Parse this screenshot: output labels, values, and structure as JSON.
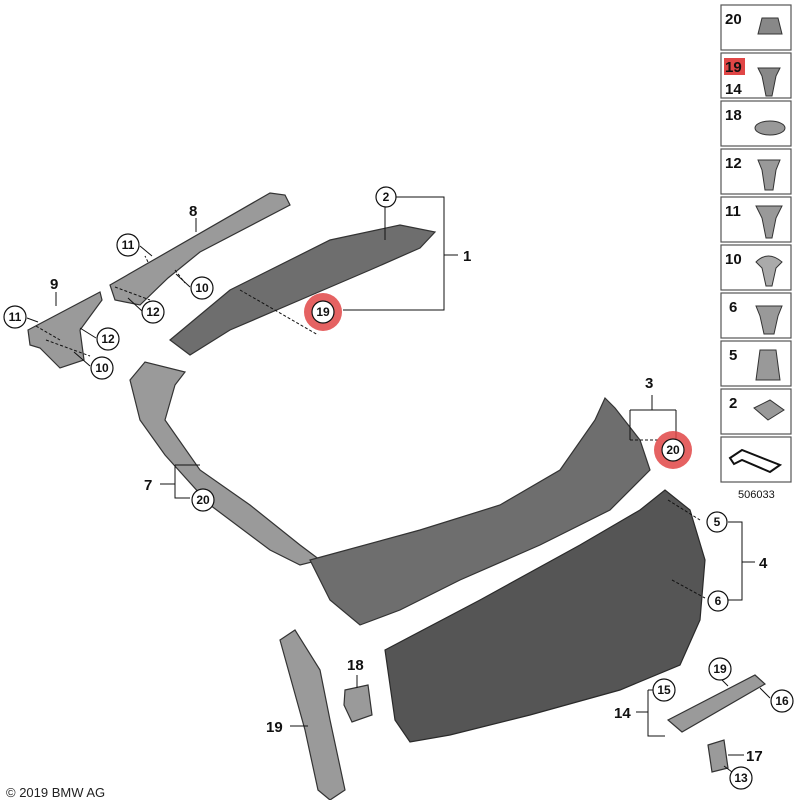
{
  "copyright": "© 2019 BMW AG",
  "diagram_id": "506033",
  "callouts": [
    {
      "id": "c1",
      "text": "1"
    },
    {
      "id": "c2",
      "text": "2"
    },
    {
      "id": "c3",
      "text": "3"
    },
    {
      "id": "c4",
      "text": "4"
    },
    {
      "id": "c5",
      "text": "5"
    },
    {
      "id": "c6",
      "text": "6"
    },
    {
      "id": "c7",
      "text": "7"
    },
    {
      "id": "c8",
      "text": "8"
    },
    {
      "id": "c9",
      "text": "9"
    },
    {
      "id": "c10a",
      "text": "10"
    },
    {
      "id": "c10b",
      "text": "10"
    },
    {
      "id": "c11a",
      "text": "11"
    },
    {
      "id": "c11b",
      "text": "11"
    },
    {
      "id": "c12a",
      "text": "12"
    },
    {
      "id": "c12b",
      "text": "12"
    },
    {
      "id": "c13",
      "text": "13"
    },
    {
      "id": "c14",
      "text": "14"
    },
    {
      "id": "c15",
      "text": "15"
    },
    {
      "id": "c16",
      "text": "16"
    },
    {
      "id": "c17",
      "text": "17"
    },
    {
      "id": "c18",
      "text": "18"
    },
    {
      "id": "c19a",
      "text": "19"
    },
    {
      "id": "c19b",
      "text": "19"
    },
    {
      "id": "c19c",
      "text": "19"
    },
    {
      "id": "c20a",
      "text": "20"
    },
    {
      "id": "c20b",
      "text": "20"
    }
  ],
  "sidebar": {
    "items": [
      {
        "label": "20",
        "highlight": false
      },
      {
        "label": "19",
        "label2": "14",
        "highlight": true
      },
      {
        "label": "18",
        "highlight": false
      },
      {
        "label": "12",
        "highlight": false
      },
      {
        "label": "11",
        "highlight": false
      },
      {
        "label": "10",
        "highlight": false
      },
      {
        "label": "6",
        "highlight": false
      },
      {
        "label": "5",
        "highlight": false
      },
      {
        "label": "2",
        "highlight": false
      }
    ]
  },
  "colors": {
    "highlight": "#e04646",
    "part_fill": "#6e6e6e"
  }
}
